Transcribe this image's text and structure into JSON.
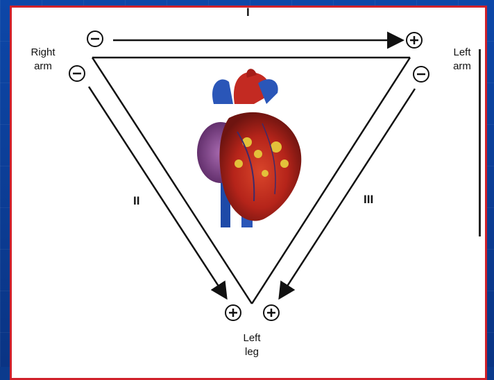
{
  "labels": {
    "right_arm": [
      "Right",
      "arm"
    ],
    "left_arm": [
      "Left",
      "arm"
    ],
    "left_leg": [
      "Left",
      "leg"
    ]
  },
  "leads": {
    "lead_1": "I",
    "lead_2": "II",
    "lead_3": "III"
  },
  "polarity": {
    "negative": "−",
    "positive": "+"
  },
  "colors": {
    "background": "#0b3a8c",
    "frame_border": "#d0202a",
    "panel": "#ffffff",
    "line": "#111111"
  },
  "image": {
    "subject": "heart-illustration"
  }
}
